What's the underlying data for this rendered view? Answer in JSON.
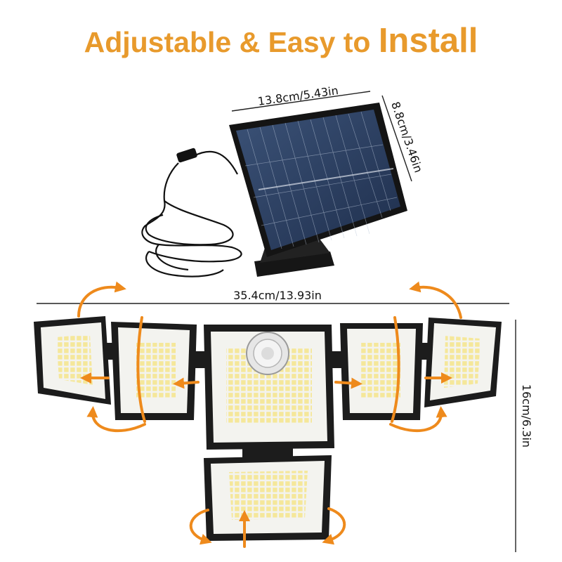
{
  "title": {
    "part1": "Adjustable & Easy to ",
    "part2": "Install"
  },
  "dimensions": {
    "panel_width": "13.8cm/5.43in",
    "panel_height": "8.8cm/3.46in",
    "total_width": "35.4cm/13.93in",
    "light_height": "16cm/6.3in"
  },
  "colors": {
    "accent": "#e89a2c",
    "arrow": "#ee8a1c",
    "housing": "#1c1c1c",
    "led_bg": "#f3f3ef",
    "led": "#f5e79a",
    "panel_cell": "#2e4468"
  }
}
